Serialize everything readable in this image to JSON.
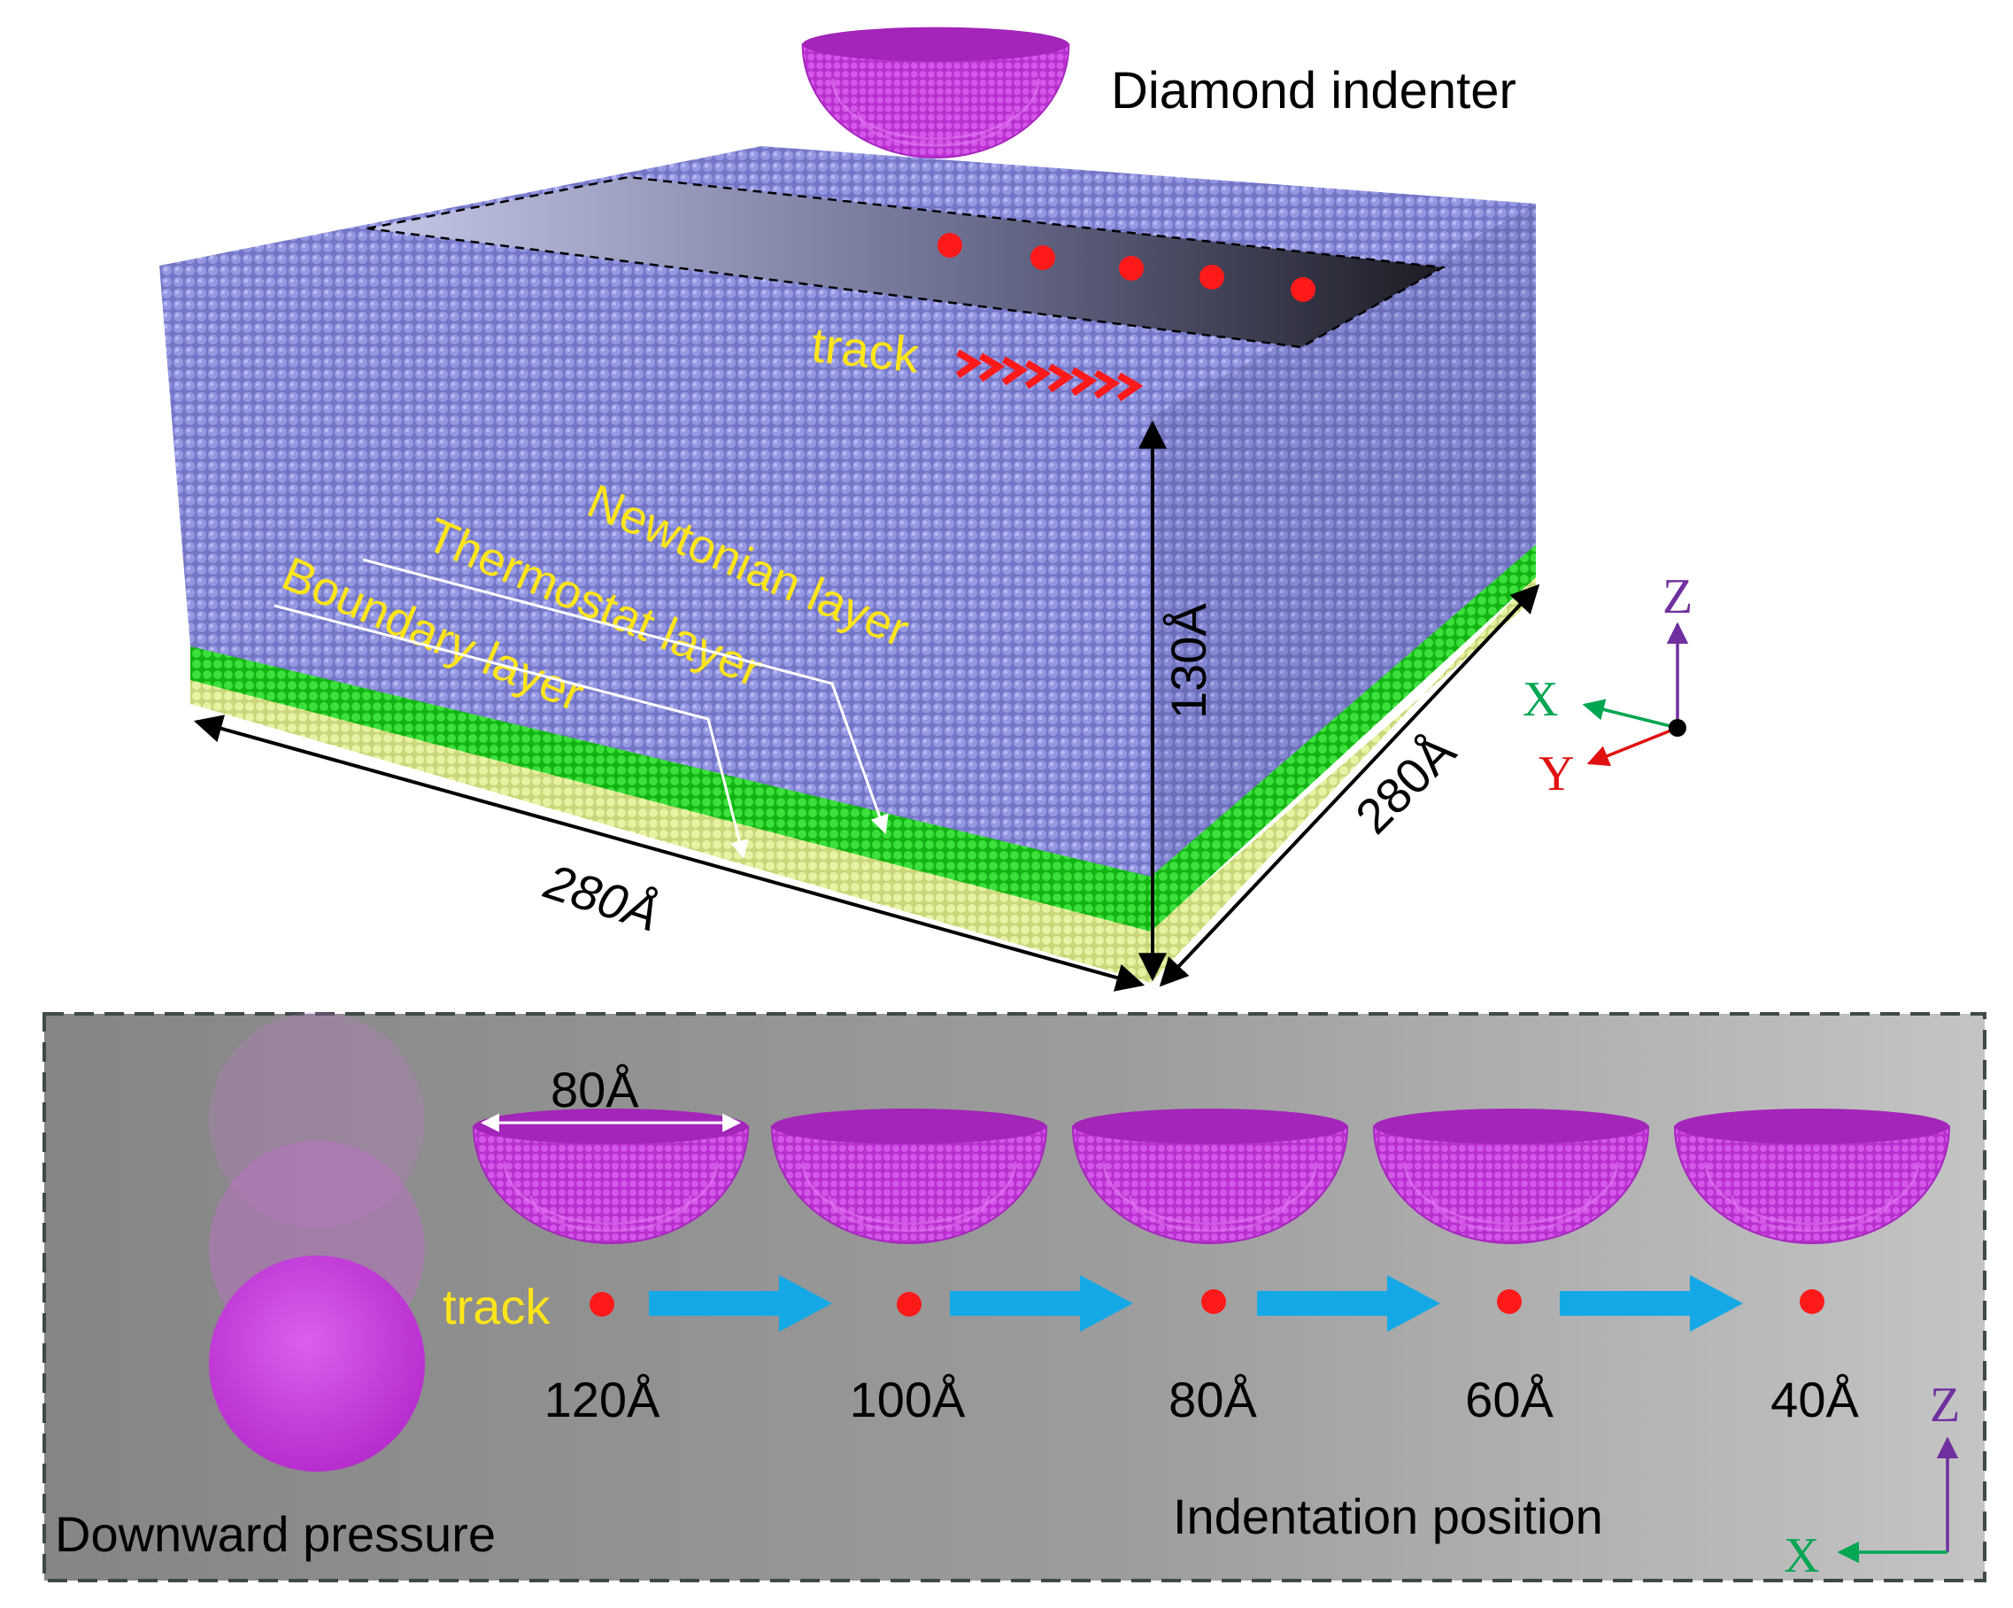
{
  "top_panel": {
    "indenter_label": "Diamond indenter",
    "track_label": "track",
    "layers": [
      "Newtonian layer",
      "Thermostat layer",
      "Boundary layer"
    ],
    "dimension_x": "280Å",
    "dimension_y": "280Å",
    "dimension_z": "130Å",
    "axes": {
      "z": "Z",
      "x": "X",
      "y": "Y"
    }
  },
  "bottom_panel": {
    "diameter_label": "80Å",
    "track_label": "track",
    "positions": [
      "120Å",
      "100Å",
      "80Å",
      "60Å",
      "40Å"
    ],
    "downward_label": "Downward pressure",
    "indentation_label": "Indentation position",
    "axes": {
      "z": "Z",
      "x": "X"
    }
  },
  "colors": {
    "substrate": "#7d80d2",
    "thermostat": "#22d422",
    "boundary": "#e1ed94",
    "indenter": "#c23ad8",
    "marker": "#ff1a1a",
    "flow_arrow": "#14a9e6",
    "label_yellow": "#ffe51a",
    "axis_z": "#7030a0",
    "axis_x": "#00a651",
    "axis_y": "#e01010"
  }
}
